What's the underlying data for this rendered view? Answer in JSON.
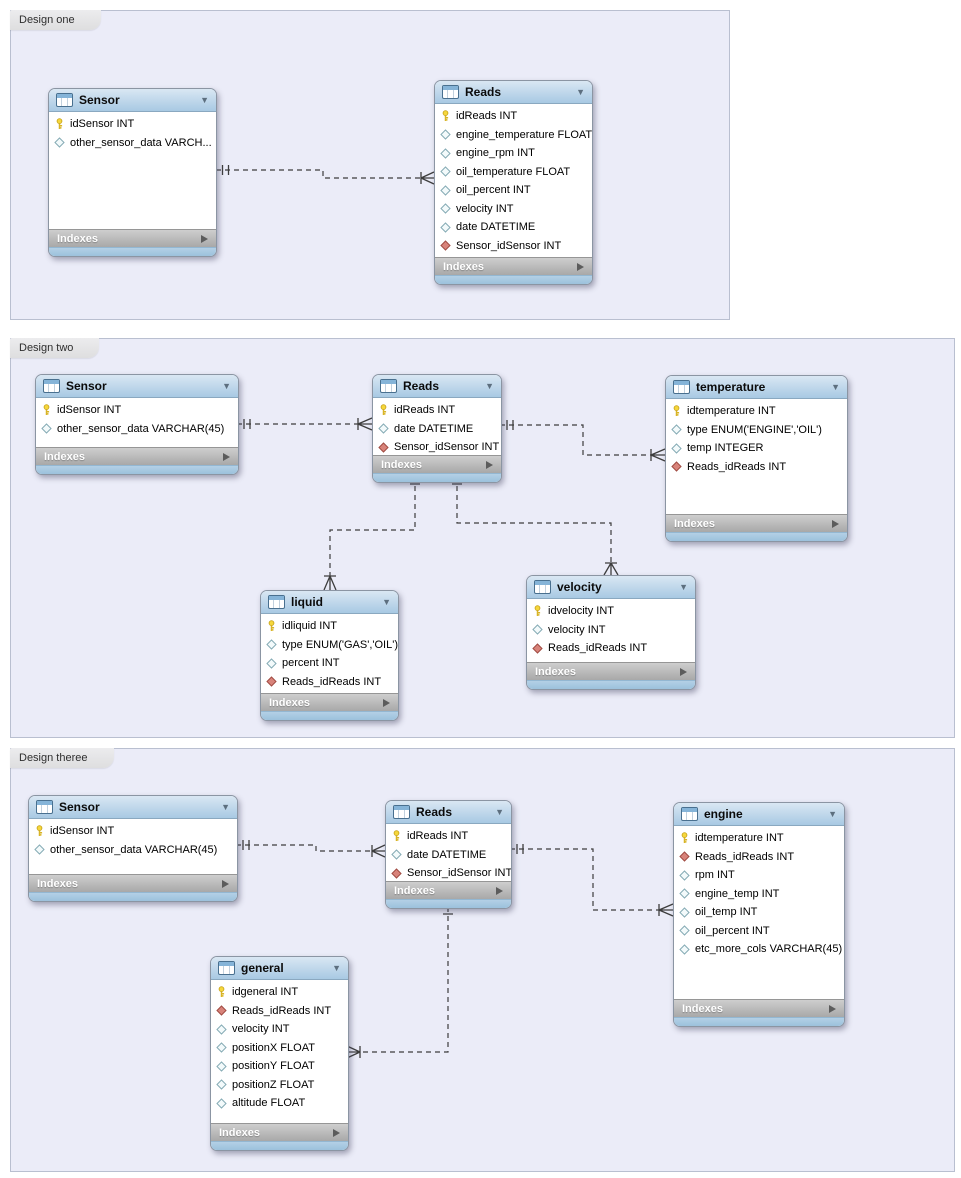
{
  "panels": [
    {
      "tab_label": "Design one",
      "tables": [
        {
          "name": "Sensor",
          "indexes_label": "Indexes",
          "columns": [
            {
              "icon": "primary-key-icon",
              "text": "idSensor INT"
            },
            {
              "icon": "column-icon",
              "text": "other_sensor_data VARCH..."
            }
          ]
        },
        {
          "name": "Reads",
          "indexes_label": "Indexes",
          "columns": [
            {
              "icon": "primary-key-icon",
              "text": "idReads INT"
            },
            {
              "icon": "column-icon",
              "text": "engine_temperature FLOAT"
            },
            {
              "icon": "column-icon",
              "text": "engine_rpm INT"
            },
            {
              "icon": "column-icon",
              "text": "oil_temperature FLOAT"
            },
            {
              "icon": "column-icon",
              "text": "oil_percent INT"
            },
            {
              "icon": "column-icon",
              "text": "velocity INT"
            },
            {
              "icon": "column-icon",
              "text": "date DATETIME"
            },
            {
              "icon": "fk-column-icon",
              "text": "Sensor_idSensor INT"
            }
          ]
        }
      ],
      "relationships": [
        {
          "from": "Sensor",
          "to": "Reads",
          "type": "one-to-many",
          "style": "dashed"
        }
      ]
    },
    {
      "tab_label": "Design two",
      "tables": [
        {
          "name": "Sensor",
          "indexes_label": "Indexes",
          "columns": [
            {
              "icon": "primary-key-icon",
              "text": "idSensor INT"
            },
            {
              "icon": "column-icon",
              "text": "other_sensor_data VARCHAR(45)"
            }
          ]
        },
        {
          "name": "Reads",
          "indexes_label": "Indexes",
          "columns": [
            {
              "icon": "primary-key-icon",
              "text": "idReads INT"
            },
            {
              "icon": "column-icon",
              "text": "date DATETIME"
            },
            {
              "icon": "fk-column-icon",
              "text": "Sensor_idSensor INT"
            }
          ]
        },
        {
          "name": "temperature",
          "indexes_label": "Indexes",
          "columns": [
            {
              "icon": "primary-key-icon",
              "text": "idtemperature INT"
            },
            {
              "icon": "column-icon",
              "text": "type ENUM('ENGINE','OIL')"
            },
            {
              "icon": "column-icon",
              "text": "temp INTEGER"
            },
            {
              "icon": "fk-column-icon",
              "text": "Reads_idReads INT"
            }
          ]
        },
        {
          "name": "liquid",
          "indexes_label": "Indexes",
          "columns": [
            {
              "icon": "primary-key-icon",
              "text": "idliquid INT"
            },
            {
              "icon": "column-icon",
              "text": "type ENUM('GAS','OIL')"
            },
            {
              "icon": "column-icon",
              "text": "percent INT"
            },
            {
              "icon": "fk-column-icon",
              "text": "Reads_idReads INT"
            }
          ]
        },
        {
          "name": "velocity",
          "indexes_label": "Indexes",
          "columns": [
            {
              "icon": "primary-key-icon",
              "text": "idvelocity INT"
            },
            {
              "icon": "column-icon",
              "text": "velocity INT"
            },
            {
              "icon": "fk-column-icon",
              "text": "Reads_idReads INT"
            }
          ]
        }
      ],
      "relationships": [
        {
          "from": "Sensor",
          "to": "Reads",
          "type": "one-to-many",
          "style": "dashed"
        },
        {
          "from": "Reads",
          "to": "temperature",
          "type": "one-to-many",
          "style": "dashed"
        },
        {
          "from": "Reads",
          "to": "liquid",
          "type": "one-to-many",
          "style": "dashed"
        },
        {
          "from": "Reads",
          "to": "velocity",
          "type": "one-to-many",
          "style": "dashed"
        }
      ]
    },
    {
      "tab_label": "Design theree",
      "tables": [
        {
          "name": "Sensor",
          "indexes_label": "Indexes",
          "columns": [
            {
              "icon": "primary-key-icon",
              "text": "idSensor INT"
            },
            {
              "icon": "column-icon",
              "text": "other_sensor_data VARCHAR(45)"
            }
          ]
        },
        {
          "name": "Reads",
          "indexes_label": "Indexes",
          "columns": [
            {
              "icon": "primary-key-icon",
              "text": "idReads INT"
            },
            {
              "icon": "column-icon",
              "text": "date DATETIME"
            },
            {
              "icon": "fk-column-icon",
              "text": "Sensor_idSensor INT"
            }
          ]
        },
        {
          "name": "engine",
          "indexes_label": "Indexes",
          "columns": [
            {
              "icon": "primary-key-icon",
              "text": "idtemperature INT"
            },
            {
              "icon": "fk-column-icon",
              "text": "Reads_idReads INT"
            },
            {
              "icon": "column-icon",
              "text": "rpm INT"
            },
            {
              "icon": "column-icon",
              "text": "engine_temp INT"
            },
            {
              "icon": "column-icon",
              "text": "oil_temp INT"
            },
            {
              "icon": "column-icon",
              "text": "oil_percent INT"
            },
            {
              "icon": "column-icon",
              "text": "etc_more_cols VARCHAR(45)"
            }
          ]
        },
        {
          "name": "general",
          "indexes_label": "Indexes",
          "columns": [
            {
              "icon": "primary-key-icon",
              "text": "idgeneral INT"
            },
            {
              "icon": "fk-column-icon",
              "text": "Reads_idReads INT"
            },
            {
              "icon": "column-icon",
              "text": "velocity INT"
            },
            {
              "icon": "column-icon",
              "text": "positionX FLOAT"
            },
            {
              "icon": "column-icon",
              "text": "positionY FLOAT"
            },
            {
              "icon": "column-icon",
              "text": "positionZ FLOAT"
            },
            {
              "icon": "column-icon",
              "text": "altitude FLOAT"
            }
          ]
        }
      ],
      "relationships": [
        {
          "from": "Sensor",
          "to": "Reads",
          "type": "one-to-many",
          "style": "dashed"
        },
        {
          "from": "Reads",
          "to": "engine",
          "type": "one-to-many",
          "style": "dashed"
        },
        {
          "from": "Reads",
          "to": "general",
          "type": "one-to-many",
          "style": "dashed"
        }
      ]
    }
  ],
  "colors": {
    "table_header": "#a8c9e3",
    "panel_background": "#ebecf8",
    "indexes_bar": "#b0b0b0",
    "table_footer": "#9cc1dc",
    "primary_key_icon": "#f6d73c",
    "fk_icon": "#d8837a",
    "wire": "#3d3d3d"
  }
}
